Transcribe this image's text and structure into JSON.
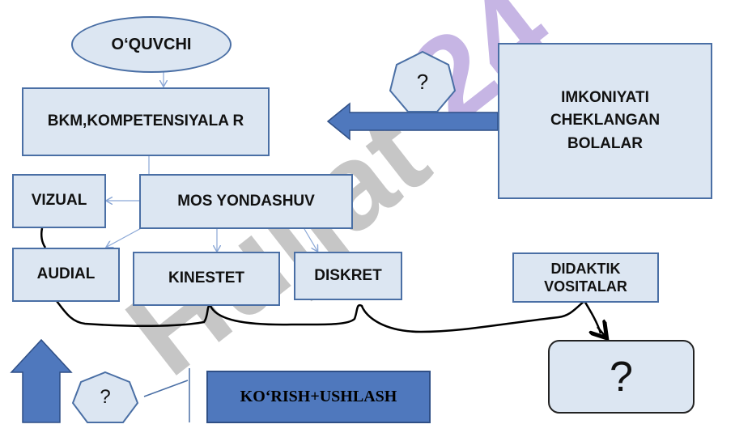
{
  "nodes": {
    "oquvchi": "O‘QUVCHI",
    "bkm": "BKM,KOMPETENSIYALA R",
    "vizual": "VIZUAL",
    "mos": "MOS YONDASHUV",
    "audial": "AUDIAL",
    "kinestet": "KINESTET",
    "diskret": "DISKRET",
    "didaktik": "DIDAKTIK VOSITALAR",
    "imkoniyati": "IMKONIYATI CHEKLANGAN BOLALAR",
    "korish": "KO‘RISH+USHLASH"
  },
  "questions": {
    "top": "?",
    "bottom_left": "?",
    "big": "?"
  },
  "watermark": {
    "text": "Hujjat",
    "logo": "24"
  },
  "colors": {
    "box_fill": "#dce6f2",
    "box_border": "#4a6fa5",
    "arrow_fill": "#4f78bd",
    "watermark_gray": "#bfbfbf",
    "watermark_purple": "#b39ddb"
  }
}
